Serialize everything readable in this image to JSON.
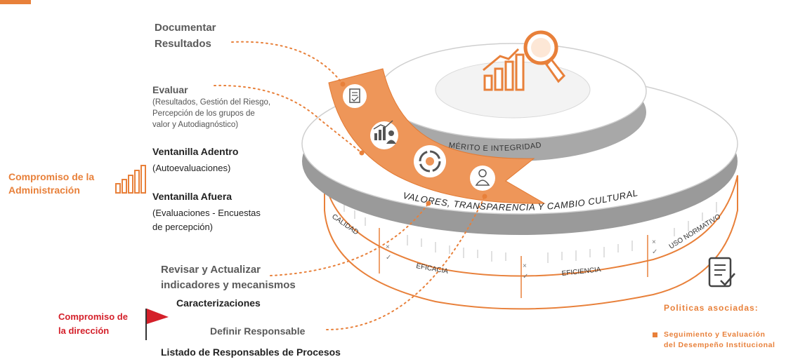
{
  "steps": {
    "documentar": "Documentar\nResultados",
    "evaluar_title": "Evaluar",
    "evaluar_detail": "(Resultados, Gestión del Riesgo,\nPercepción de los grupos de\nvalor y Autodiagnóstico)",
    "ventanilla_adentro_title": "Ventanilla Adentro",
    "ventanilla_adentro_detail": "(Autoevaluaciones)",
    "ventanilla_afuera_title": "Ventanilla Afuera",
    "ventanilla_afuera_detail": "(Evaluaciones - Encuestas\nde percepción)",
    "revisar": "Revisar y Actualizar\nindicadores y mecanismos",
    "caracterizaciones": "Caracterizaciones",
    "definir": "Definir Responsable",
    "listado": "Listado de Responsables de Procesos"
  },
  "commitments": {
    "administracion": "Compromiso de la\nAdministración",
    "direccion": "Compromiso de\nla dirección"
  },
  "dial": {
    "inner_ring_label": "MÉRITO E INTEGRIDAD",
    "outer_ring_label": "VALORES, TRANSPARENCIA Y CAMBIO CULTURAL",
    "ruler_labels": [
      "CALIDAD",
      "EFICACIA",
      "EFICIENCIA",
      "USO NORMATIVO"
    ]
  },
  "policies": {
    "heading": "Politicas asociadas:",
    "items": [
      "Seguimiento y Evaluación\ndel Desempeño Institucional"
    ]
  },
  "colors": {
    "accent": "#e8803a",
    "red": "#d4202a",
    "gray_ring": "#9a9a9a"
  },
  "icons": [
    "checklist-icon",
    "growth-people-icon",
    "cycle-icon",
    "person-icon",
    "chart-magnifier-icon",
    "document-check-icon",
    "bar-chart-icon",
    "flag-icon"
  ]
}
